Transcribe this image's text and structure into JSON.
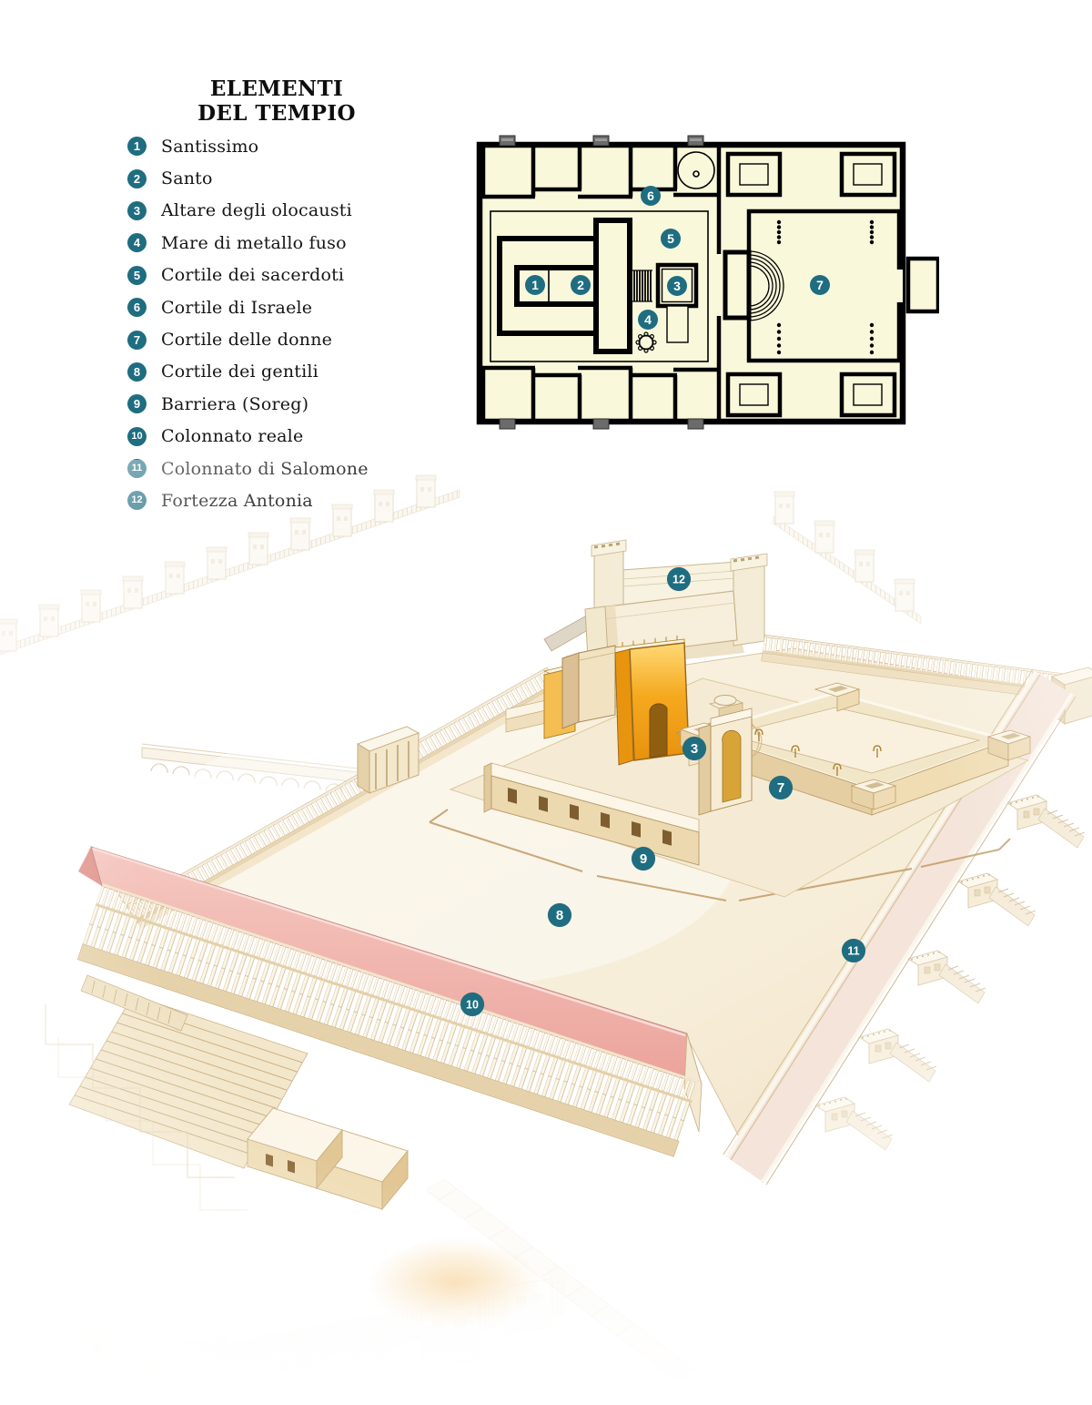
{
  "colors": {
    "badge-teal": "#1F6D81",
    "plan-cream": "#FAF8DB",
    "gold-main": "#F3A61B",
    "roof-pink": "#EEAFA7",
    "ink": "#131313"
  },
  "legend": {
    "title_line1": "ELEMENTI",
    "title_line2": "DEL TEMPIO",
    "items": [
      {
        "num": "1",
        "label": "Santissimo"
      },
      {
        "num": "2",
        "label": "Santo"
      },
      {
        "num": "3",
        "label": "Altare degli olocausti"
      },
      {
        "num": "4",
        "label": "Mare di metallo fuso"
      },
      {
        "num": "5",
        "label": "Cortile dei sacerdoti"
      },
      {
        "num": "6",
        "label": "Cortile di Israele"
      },
      {
        "num": "7",
        "label": "Cortile delle donne"
      },
      {
        "num": "8",
        "label": "Cortile dei gentili"
      },
      {
        "num": "9",
        "label": "Barriera (Soreg)"
      },
      {
        "num": "10",
        "label": "Colonnato reale"
      },
      {
        "num": "11",
        "label": "Colonnato di Salomone"
      },
      {
        "num": "12",
        "label": "Fortezza Antonia"
      }
    ]
  },
  "plan": {
    "badges": [
      {
        "n": "1"
      },
      {
        "n": "2"
      },
      {
        "n": "3"
      },
      {
        "n": "4"
      },
      {
        "n": "5"
      },
      {
        "n": "6"
      },
      {
        "n": "7"
      }
    ]
  },
  "scene": {
    "badges": [
      {
        "n": "12"
      },
      {
        "n": "3"
      },
      {
        "n": "7"
      },
      {
        "n": "9"
      },
      {
        "n": "8"
      },
      {
        "n": "10"
      },
      {
        "n": "11"
      }
    ]
  }
}
